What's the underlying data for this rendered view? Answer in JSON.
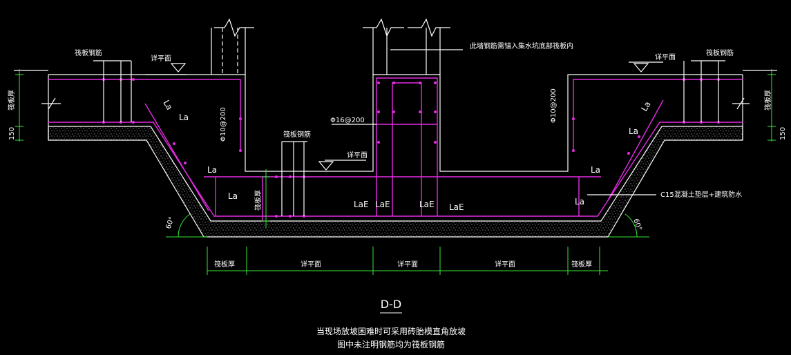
{
  "colors": {
    "background": "#000000",
    "lines": "#ffffff",
    "rebar": "#e62ce6",
    "dimension": "#39e639",
    "concrete_speckle": "#bfbfbf"
  },
  "labels": {
    "raft_rebar_left": "筏板钢筋",
    "raft_rebar_right": "筏板钢筋",
    "raft_rebar_mid": "筏板钢筋",
    "detail_plan_left": "详平面",
    "detail_plan_right": "详平面",
    "detail_plan_mid": "详平面",
    "raft_thickness_left": "筏板厚",
    "raft_thickness_right": "筏板厚",
    "raft_thickness_inner": "筏板厚",
    "dim_150_left": "150",
    "dim_150_right": "150",
    "la_1": "La",
    "la_2": "La",
    "la_3": "La",
    "la_4": "La",
    "la_5": "La",
    "la_6": "La",
    "la_7": "La",
    "la_8": "La",
    "lae_1": "LaE",
    "lae_2": "LaE",
    "lae_3": "LaE",
    "lae_4": "LaE",
    "rebar_phi10_left": "Φ10@200",
    "rebar_phi10_right": "Φ10@200",
    "rebar_phi16": "Φ16@200",
    "wall_rebar_note": "此墙钢筋需锚入集水坑底部筏板内",
    "cushion_note": "C15混凝土垫层+建筑防水",
    "angle_left": "60°",
    "angle_right": "60°"
  },
  "dimensions": {
    "bottom": [
      "筏板厚",
      "详平面",
      "详平面",
      "详平面",
      "筏板厚"
    ]
  },
  "section_title": "D-D",
  "notes": {
    "line1": "当现场放坡困难时可采用砖胎模直角放坡",
    "line2": "图中未注明钢筋均为筏板钢筋"
  }
}
